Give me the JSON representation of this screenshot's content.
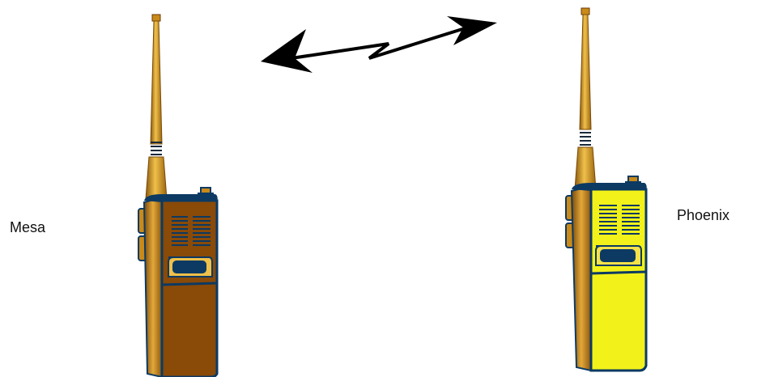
{
  "labels": {
    "left_radio": "Mesa",
    "right_radio": "Phoenix"
  },
  "colors": {
    "left_radio_body": "#8a4a08",
    "right_radio_body": "#f2f21a",
    "trim": "#0c3a63",
    "antenna": "#d99a22",
    "arrow": "#000000"
  },
  "icons": {
    "link": "bidirectional-zigzag-arrow",
    "left_device": "walkie-talkie",
    "right_device": "walkie-talkie"
  }
}
